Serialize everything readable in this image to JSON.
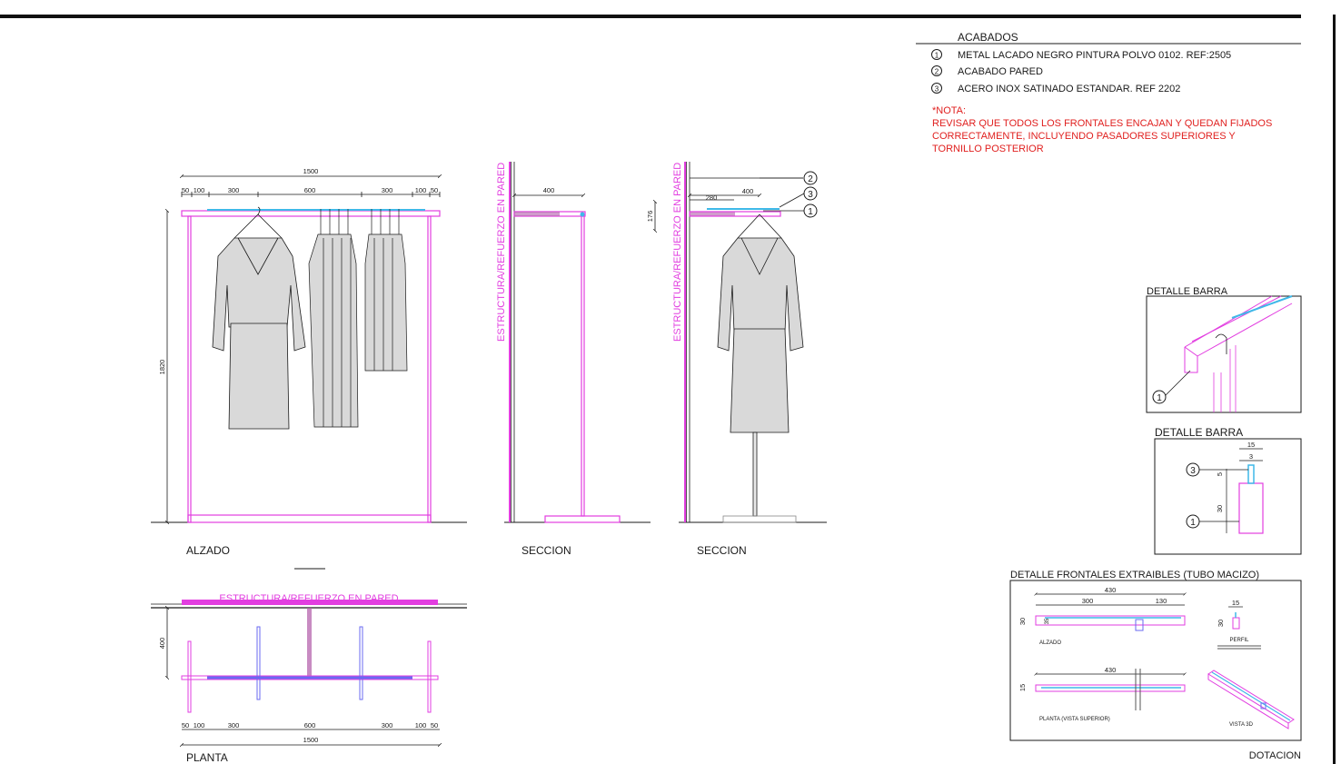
{
  "finishes": {
    "title": "ACABADOS",
    "items": [
      {
        "num": "1",
        "text": "METAL LACADO NEGRO PINTURA POLVO 0102. REF:2505"
      },
      {
        "num": "2",
        "text": "ACABADO PARED"
      },
      {
        "num": "3",
        "text": "ACERO INOX SATINADO ESTANDAR. REF 2202"
      }
    ],
    "note_title": "*NOTA:",
    "note_lines": [
      "REVISAR QUE TODOS LOS FRONTALES ENCAJAN Y QUEDAN FIJADOS",
      "CORRECTAMENTE, INCLUYENDO PASADORES SUPERIORES Y",
      "TORNILLO POSTERIOR"
    ]
  },
  "views": {
    "elevation": "ALZADO",
    "section_1": "SECCION",
    "section_2": "SECCION",
    "plan": "PLANTA",
    "wall_structure": "ESTRUCTURA/REFUERZO EN PARED"
  },
  "dimensions": {
    "total_width": "1500",
    "height": "1820",
    "depth": "400",
    "offset_280": "280",
    "offset_176": "176",
    "seg_50": "50",
    "seg_100": "100",
    "seg_300": "300",
    "seg_600": "600"
  },
  "details": {
    "bar_detail_1": "DETALLE BARRA",
    "bar_detail_2": "DETALLE BARRA",
    "bar_dims": {
      "w15": "15",
      "w3": "3",
      "h5": "5",
      "h30": "30"
    },
    "fronts_title": "DETALLE FRONTALES EXTRAIBLES (TUBO MACIZO)",
    "fronts_labels": {
      "alzado": "ALZADO",
      "perfil": "PERFIL",
      "planta": "PLANTA (VISTA SUPERIOR)",
      "vista3d": "VISTA 3D"
    },
    "fronts_dims": {
      "d430": "430",
      "d300": "300",
      "d130": "130",
      "d30": "30",
      "d35": "35",
      "d15": "15"
    }
  },
  "footer": "DOTACION",
  "colors": {
    "magenta": "#e23ee0",
    "cyan": "#3fb8e8",
    "blue": "#6a6af0",
    "red": "#e0201f",
    "garment": "#d9d9d9",
    "line": "#1a1a1a"
  }
}
